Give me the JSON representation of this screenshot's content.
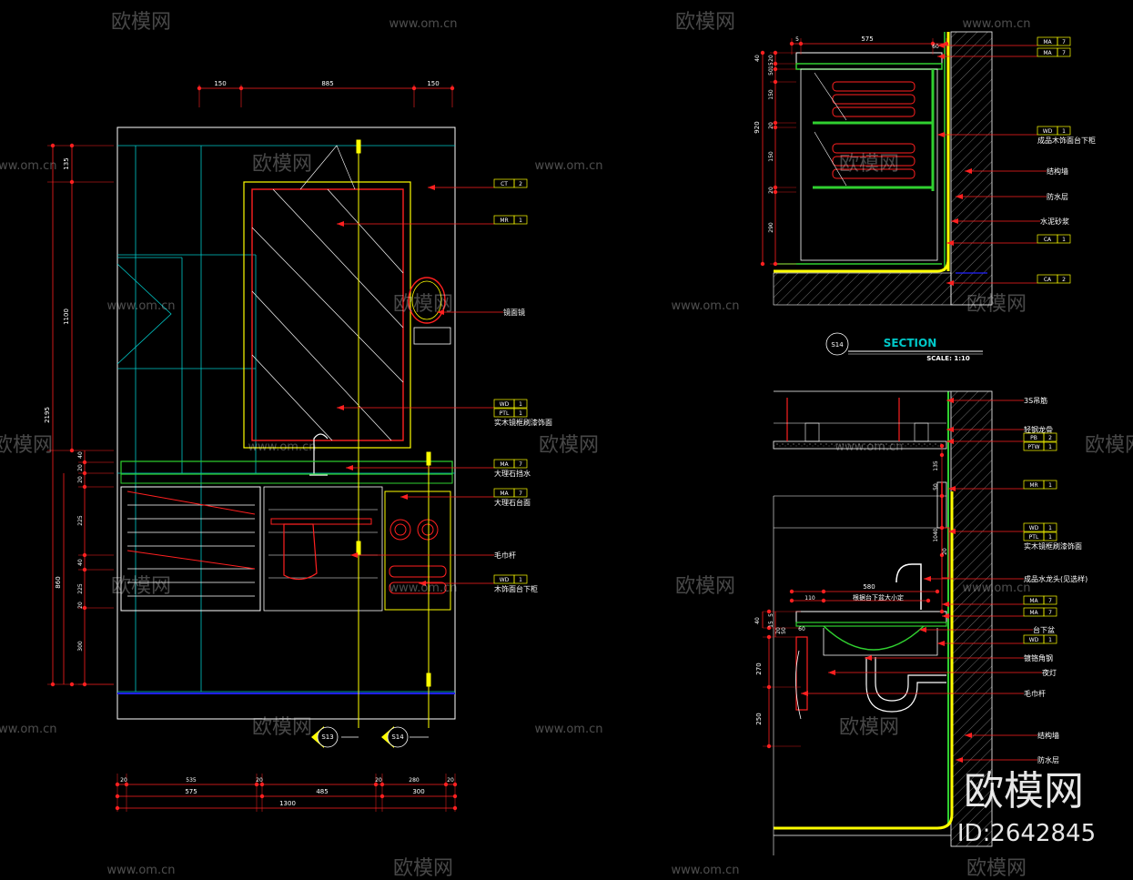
{
  "watermark": {
    "brand": "欧模网",
    "url": "www.om.cn",
    "id_text": "ID:2642845"
  },
  "elevation": {
    "top_dims": [
      "150",
      "885",
      "150"
    ],
    "left_dims": [
      "135",
      "1100",
      "2195",
      "40",
      "20",
      "20",
      "225",
      "40",
      "225",
      "20",
      "300",
      "860"
    ],
    "bottom_dims_row1": [
      "20",
      "535",
      "20",
      "20",
      "280",
      "20"
    ],
    "bottom_dims_row2": [
      "575",
      "485",
      "300"
    ],
    "bottom_total": "1300",
    "markers": [
      {
        "code": "S13"
      },
      {
        "code": "S14"
      }
    ],
    "labels": [
      {
        "tags": [
          "CT",
          "2"
        ],
        "text": ""
      },
      {
        "tags": [
          "MR",
          "1"
        ],
        "text": ""
      },
      {
        "tags": [],
        "text": "镜面镜"
      },
      {
        "tags": [
          "WD",
          "1",
          "PTL",
          "1"
        ],
        "text": "实木镜框刷漆饰面"
      },
      {
        "tags": [
          "MA",
          "7"
        ],
        "text": "大理石挡水"
      },
      {
        "tags": [
          "MA",
          "7"
        ],
        "text": "大理石台面"
      },
      {
        "tags": [],
        "text": "毛巾杆"
      },
      {
        "tags": [
          "WD",
          "1"
        ],
        "text": "木饰面台下柜"
      }
    ]
  },
  "section_top": {
    "dims_top": [
      "5",
      "575",
      "60"
    ],
    "dims_left": [
      "40",
      "20",
      "15",
      "50",
      "150",
      "20",
      "150",
      "20",
      "290",
      "920"
    ],
    "labels": [
      {
        "tags": [
          "MA",
          "7"
        ],
        "text": ""
      },
      {
        "tags": [
          "MA",
          "7"
        ],
        "text": ""
      },
      {
        "tags": [
          "WD",
          "1"
        ],
        "text": "成品木饰面台下柜"
      },
      {
        "tags": [],
        "text": "结构墙"
      },
      {
        "tags": [],
        "text": "防水层"
      },
      {
        "tags": [],
        "text": "水泥砂浆"
      },
      {
        "tags": [
          "CA",
          "1"
        ],
        "text": ""
      },
      {
        "tags": [
          "CA",
          "2"
        ],
        "text": ""
      }
    ]
  },
  "section_title": {
    "code": "S14",
    "title": "SECTION",
    "scale": "SCALE: 1:10"
  },
  "section_bottom": {
    "dims": [
      "135",
      "50",
      "1040",
      "20",
      "580",
      "110",
      "根据台下盆大小定",
      "60",
      "40",
      "5",
      "15",
      "20",
      "50",
      "270",
      "250"
    ],
    "labels": [
      {
        "tags": [],
        "text": "3S吊筋"
      },
      {
        "tags": [],
        "text": "轻钢龙骨"
      },
      {
        "tags": [
          "PB",
          "2",
          "PTW",
          "1"
        ],
        "text": ""
      },
      {
        "tags": [
          "MR",
          "1"
        ],
        "text": ""
      },
      {
        "tags": [
          "WD",
          "1",
          "PTL",
          "1"
        ],
        "text": "实木镜框刷漆饰面"
      },
      {
        "tags": [],
        "text": "成品水龙头(见选样)"
      },
      {
        "tags": [
          "MA",
          "7"
        ],
        "text": ""
      },
      {
        "tags": [
          "MA",
          "7"
        ],
        "text": ""
      },
      {
        "tags": [],
        "text": "台下盆"
      },
      {
        "tags": [
          "WD",
          "1"
        ],
        "text": ""
      },
      {
        "tags": [],
        "text": "镀铬角钢"
      },
      {
        "tags": [],
        "text": "夜灯"
      },
      {
        "tags": [],
        "text": "毛巾杆"
      },
      {
        "tags": [],
        "text": "结构墙"
      },
      {
        "tags": [],
        "text": "防水层"
      }
    ]
  },
  "colors": {
    "background": "#000000",
    "outline": "#ffffff",
    "cyan": "#00c8c8",
    "yellow": "#ffff00",
    "red": "#ff2020",
    "green": "#30d030",
    "blue": "#2020ff",
    "pink": "#ff60a0"
  }
}
